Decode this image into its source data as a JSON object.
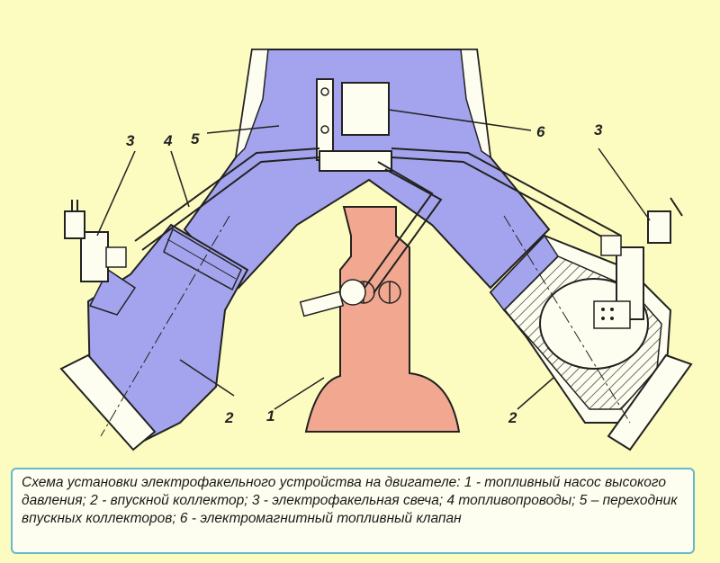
{
  "callouts": {
    "pump": "1",
    "manifold_left": "2",
    "manifold_right": "2",
    "glow_plug_left": "3",
    "glow_plug_right": "3",
    "fuel_lines": "4",
    "adapter": "5",
    "valve": "6"
  },
  "caption": "Схема установки электрофакельного устройства на двигателе: 1 - топливный насос высокого давления; 2 - впускной коллектор; 3 - электрофакельная свеча; 4 топливопроводы; 5 – переходник впускных коллекторов; 6 - электромагнитный топливный клапан",
  "colors": {
    "background": "#fdfcc0",
    "manifold": "#a4a4ee",
    "pump": "#f2a890",
    "caption_border": "#66b8cc",
    "line": "#222222"
  }
}
